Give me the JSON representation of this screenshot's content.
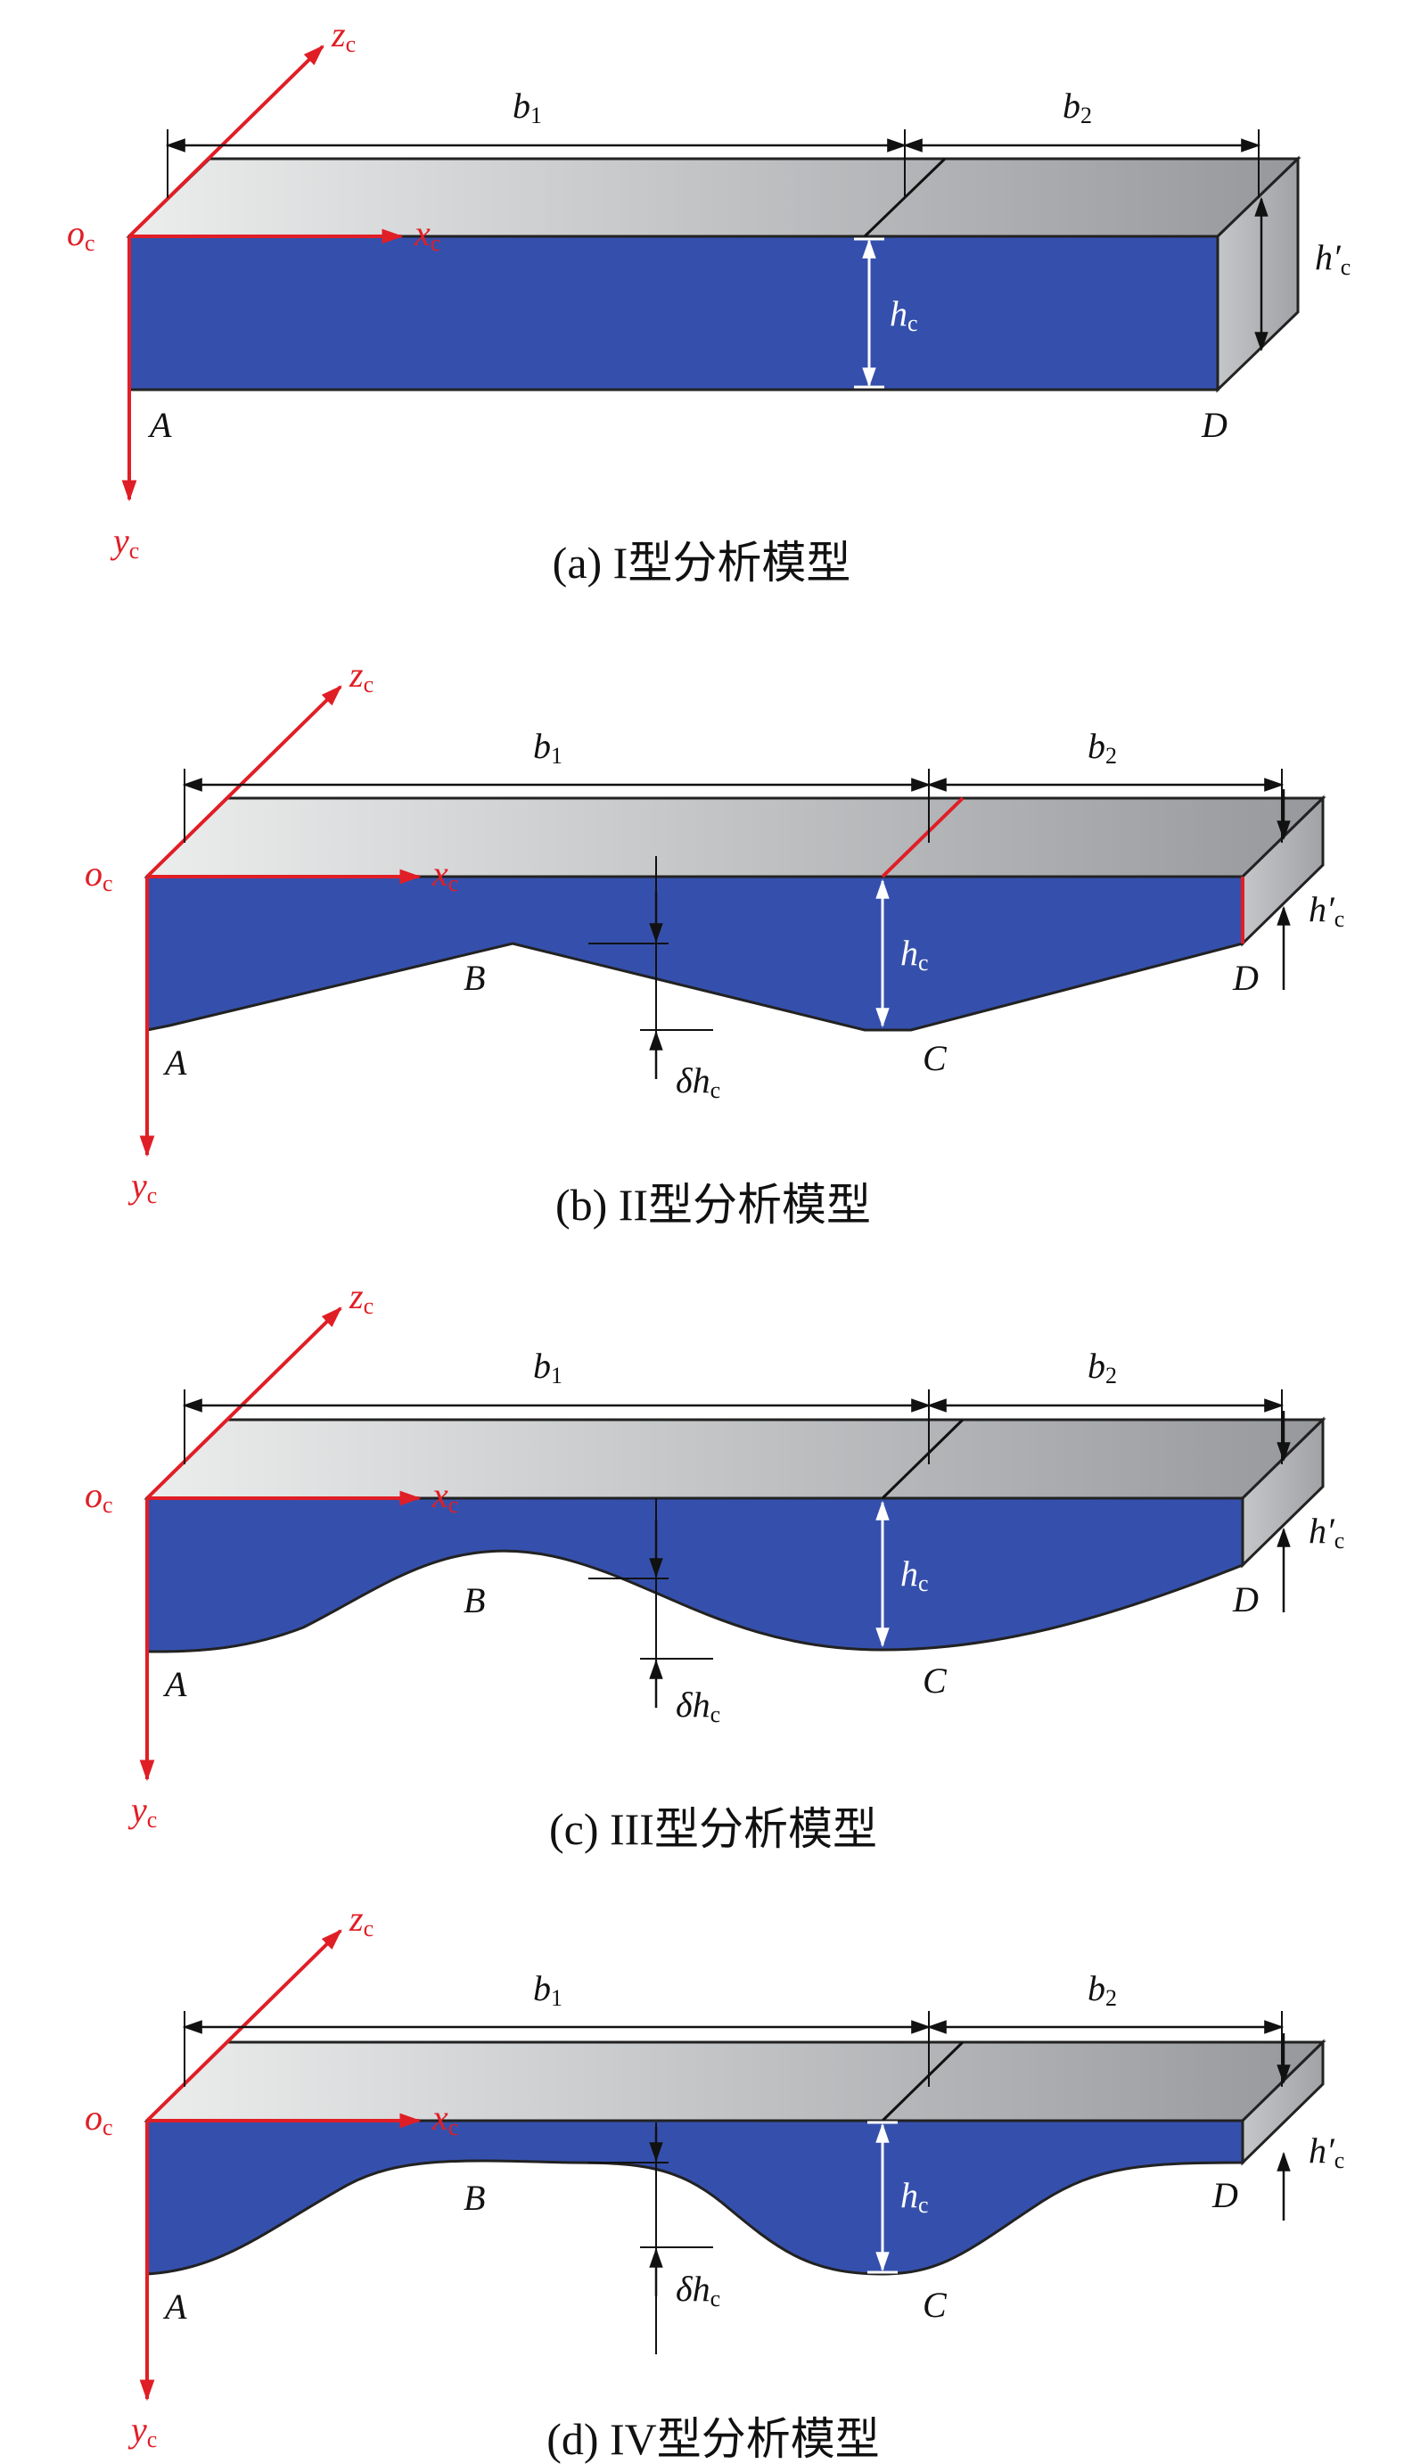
{
  "colors": {
    "beam_blue": "#3550ac",
    "axis_red": "#e01e26",
    "top_gray_light": "#e6e7e9",
    "top_gray_dark": "#9c9ea2",
    "side_gray": "#b2b4b8"
  },
  "axes": {
    "origin_o": "o",
    "x": "x",
    "y": "y",
    "z": "z",
    "subscript": "c"
  },
  "dimensions": {
    "b1": "b",
    "b1_sub": "1",
    "b2": "b",
    "b2_sub": "2",
    "hc": "h",
    "hc_sub": "c",
    "hc_prime": "h′",
    "hc_prime_sub": "c",
    "delta_hc": "δh",
    "delta_hc_sub": "c"
  },
  "points": {
    "A": "A",
    "B": "B",
    "C": "C",
    "D": "D"
  },
  "panels": [
    {
      "caption": "(a) I型分析模型"
    },
    {
      "caption": "(b) II型分析模型"
    },
    {
      "caption": "(c) III型分析模型"
    },
    {
      "caption": "(d) IV型分析模型"
    }
  ]
}
